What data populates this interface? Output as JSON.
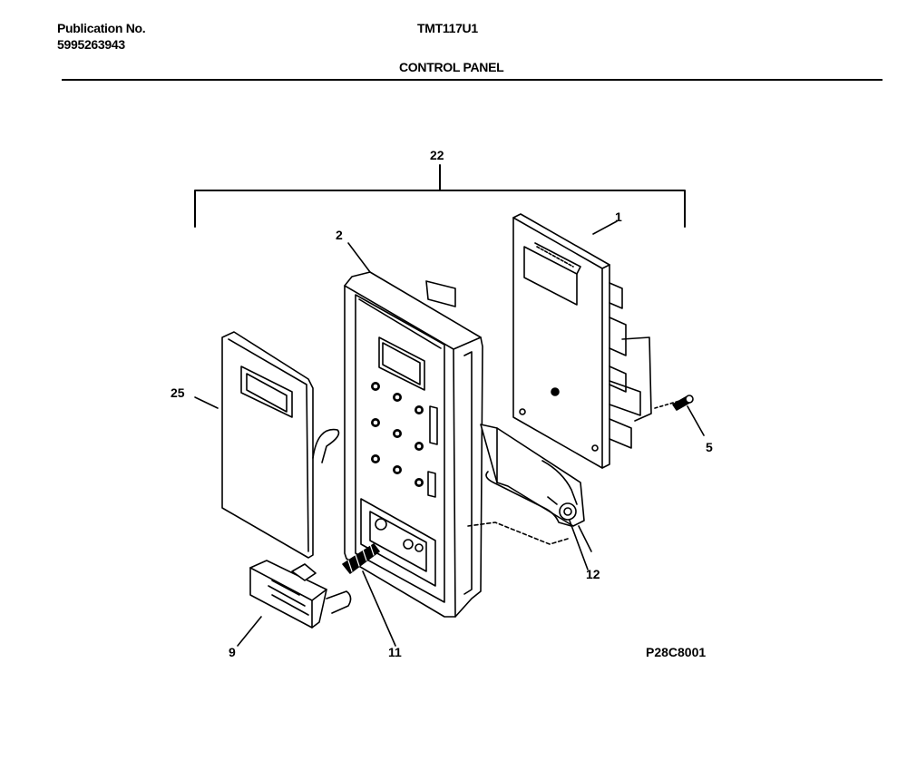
{
  "header": {
    "publication_label": "Publication No.",
    "publication_number": "5995263943",
    "model": "TMT117U1",
    "section_title": "CONTROL PANEL"
  },
  "callouts": {
    "assembly": "22",
    "control_board": "1",
    "control_panel_housing": "2",
    "overlay": "25",
    "screw": "5",
    "door_button": "9",
    "spring": "11",
    "latch_lever": "12"
  },
  "figure_id": "P28C8001"
}
